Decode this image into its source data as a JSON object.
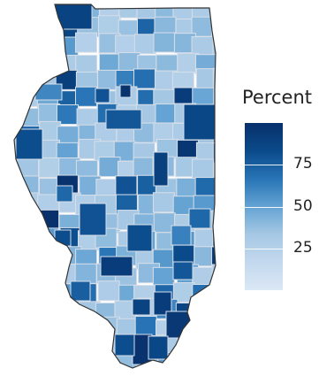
{
  "legend": {
    "title": "Percent",
    "min": 0,
    "max": 100,
    "ticks": [
      {
        "value": 25,
        "label": "25"
      },
      {
        "value": 50,
        "label": "50"
      },
      {
        "value": 75,
        "label": "75"
      }
    ],
    "gradient_stops": [
      "#dbe8f5",
      "#c3d8ee",
      "#a6c8e4",
      "#64a3d3",
      "#2874b6",
      "#0a4a8a",
      "#08306b"
    ]
  },
  "map": {
    "region": "Illinois counties",
    "fill_scale": {
      "low": "#dbe8f5",
      "high": "#08306b"
    },
    "border_color": "#d8dfe8",
    "outline_color": "#333333"
  }
}
